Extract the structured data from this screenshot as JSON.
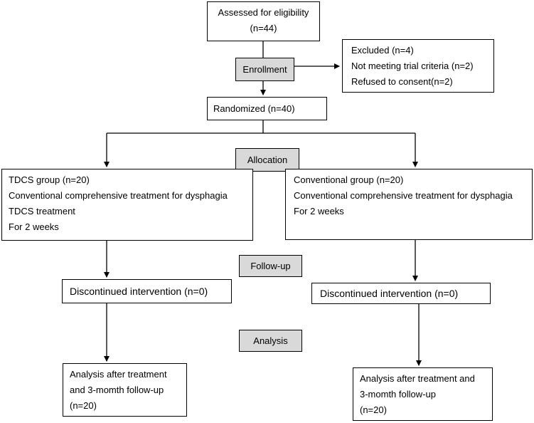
{
  "assessed": {
    "line1": "Assessed for eligibility",
    "line2": "(n=44)"
  },
  "excluded": {
    "line1": "Excluded (n=4)",
    "line2": "Not meeting trial criteria (n=2)",
    "line3": "Refused to consent(n=2)"
  },
  "stages": {
    "enrollment": "Enrollment",
    "allocation": "Allocation",
    "follow_up": "Follow-up",
    "analysis": "Analysis"
  },
  "randomized": "Randomized (n=40)",
  "tdcs_group": {
    "line1": "TDCS group (n=20)",
    "line2": "Conventional comprehensive treatment for dysphagia",
    "line3": "TDCS treatment",
    "line4": "For 2 weeks",
    "discontinued": "Discontinued intervention (n=0)",
    "analysis_line1": "Analysis after treatment",
    "analysis_line2": "and 3-momth follow-up",
    "analysis_line3": "(n=20)"
  },
  "conventional_group": {
    "line1": "Conventional group (n=20)",
    "line2": "Conventional comprehensive treatment for dysphagia",
    "line3": "For 2 weeks",
    "discontinued": "Discontinued intervention (n=0)",
    "analysis_line1": "Analysis after treatment and",
    "analysis_line2": "3-momth follow-up",
    "analysis_line3": "(n=20)"
  }
}
